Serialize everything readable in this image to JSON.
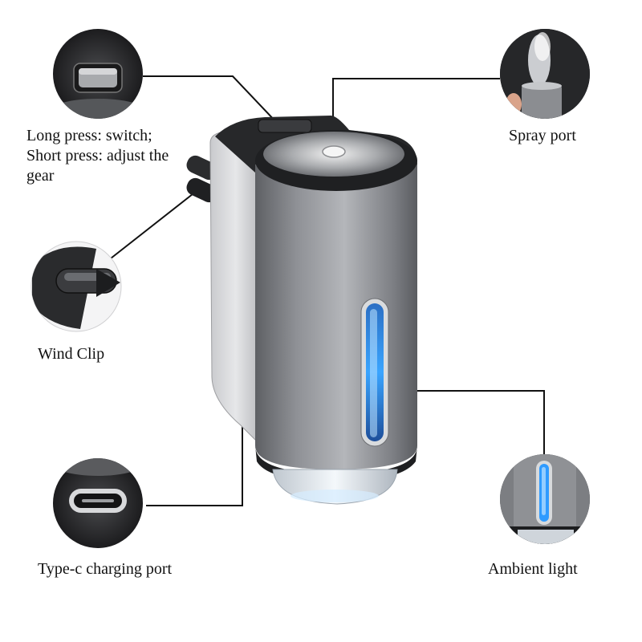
{
  "callouts": {
    "button": {
      "lines": [
        "Long press: switch;",
        "Short press: adjust the",
        "gear"
      ],
      "icon": "button-closeup"
    },
    "spray": {
      "label": "Spray port",
      "icon": "mist-closeup"
    },
    "clip": {
      "label": "Wind Clip",
      "icon": "vent-clip-closeup"
    },
    "typec": {
      "label": "Type-c charging port",
      "icon": "usb-c-port-closeup"
    },
    "light": {
      "label": "Ambient light",
      "icon": "ambient-light-closeup"
    }
  },
  "colors": {
    "body": "#9a9ca0",
    "body_dark": "#5f6165",
    "cap": "#2a2a2c",
    "light_blue": "#2f9bff",
    "leader_line": "#111111"
  }
}
